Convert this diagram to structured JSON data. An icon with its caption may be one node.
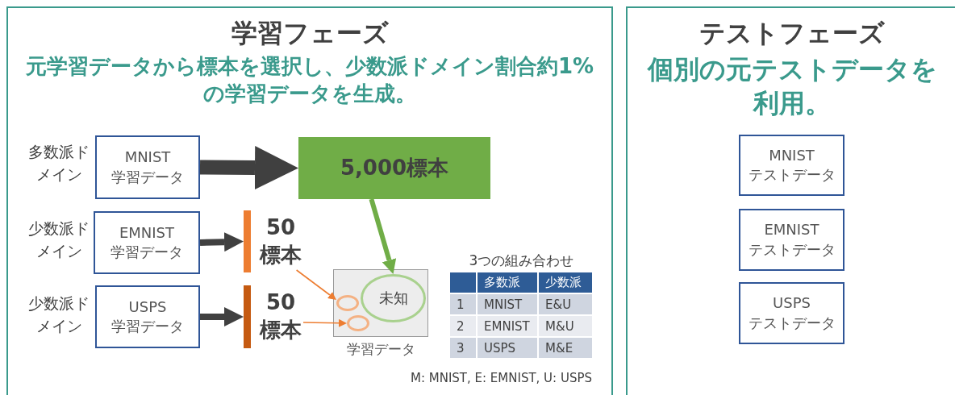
{
  "diagram": {
    "nodes": [
      {
        "text": [
          "学習フェーズ",
          "元学習データから標本を選択し、少数派ドメイン割合約1%の学習データを生成。"
        ]
      },
      {
        "text": [
          "MNIST 学習データ"
        ],
        "in": 0,
        "beside": [
          "多数派ドメイン"
        ]
      },
      {
        "text": [
          "EMNIST 学習データ"
        ],
        "in": 0,
        "beside": [
          "少数派ドメイン"
        ]
      },
      {
        "text": [
          "USPS 学習データ"
        ],
        "in": 0,
        "beside": [
          "少数派ドメイン"
        ]
      },
      {
        "text": [
          "5,000標本"
        ],
        "in": 0
      },
      {
        "text": [],
        "shape": "bar",
        "in": 0
      },
      {
        "text": [
          "50標本"
        ],
        "in": 0
      },
      {
        "text": [],
        "shape": "bar",
        "in": 0
      },
      {
        "text": [
          "50標本"
        ],
        "in": 0
      },
      {
        "text": [
          "学習データ"
        ],
        "in": 0
      },
      {
        "text": [
          "未知"
        ],
        "in": 9
      },
      {
        "text": [],
        "shape": "ellipse",
        "in": 9
      },
      {
        "text": [],
        "shape": "ellipse",
        "in": 9
      },
      {
        "text": [
          "テストフェーズ",
          "個別の元テストデータを利用。"
        ]
      },
      {
        "text": [
          "MNIST テストデータ"
        ],
        "in": 13
      },
      {
        "text": [
          "EMNIST テストデータ"
        ],
        "in": 13
      },
      {
        "text": [
          "USPS テストデータ"
        ],
        "in": 13
      }
    ],
    "edges": [
      {
        "from": 1,
        "to": 4,
        "arrow": "to",
        "style": "thick"
      },
      {
        "from": 2,
        "to": 5,
        "arrow": "to"
      },
      {
        "from": 3,
        "to": 7,
        "arrow": "to"
      },
      {
        "from": 4,
        "to": 10,
        "arrow": "to",
        "color": "#70ad47"
      },
      {
        "from": 6,
        "to": 11,
        "arrow": "to",
        "color": "#ed7d31"
      },
      {
        "from": 8,
        "to": 12,
        "arrow": "to",
        "color": "#ed7d31"
      }
    ],
    "labels": [
      "3つの組み合わせ",
      "多数派",
      "少数派",
      "1",
      "MNIST",
      "E&U",
      "2",
      "EMNIST",
      "M&U",
      "3",
      "USPS",
      "M&E",
      "M: MNIST, E: EMNIST, U: USPS"
    ]
  }
}
